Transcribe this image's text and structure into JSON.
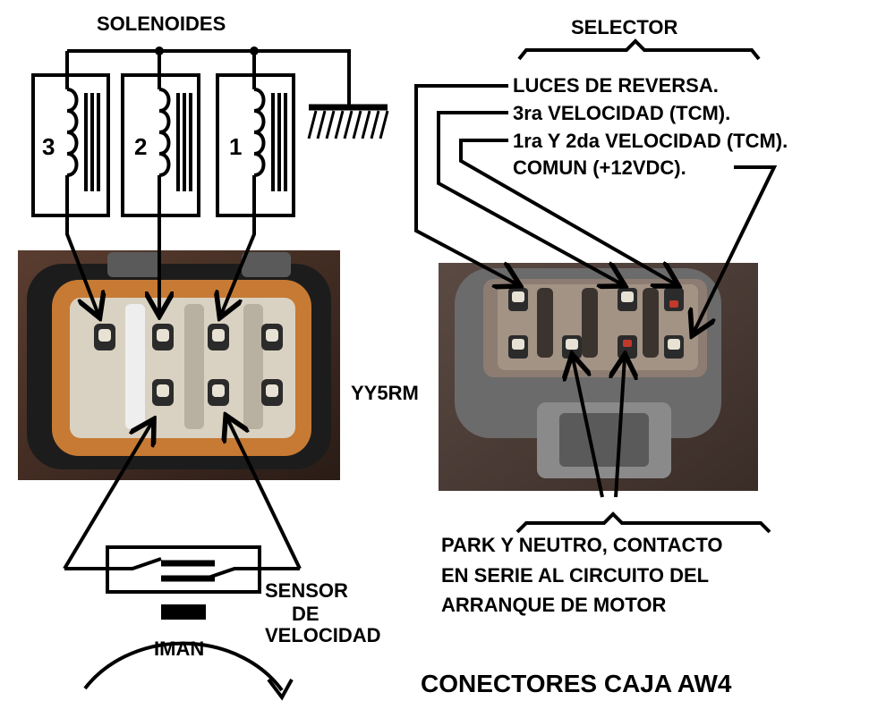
{
  "title": "CONECTORES CAJA AW4",
  "solenoids": {
    "heading": "SOLENOIDES",
    "coils": [
      "3",
      "2",
      "1"
    ]
  },
  "selector": {
    "heading": "SELECTOR",
    "pins": [
      "LUCES DE REVERSA.",
      "3ra VELOCIDAD  (TCM).",
      "1ra Y 2da VELOCIDAD (TCM).",
      "COMUN  (+12VDC)."
    ]
  },
  "park_neutral": {
    "lines": [
      "PARK Y NEUTRO, CONTACTO",
      "EN SERIE AL CIRCUITO DEL",
      "ARRANQUE DE MOTOR"
    ]
  },
  "speed_sensor": {
    "lines": [
      "SENSOR",
      "DE",
      "VELOCIDAD"
    ]
  },
  "magnet_label": "IMAN",
  "connector_code": "YY5RM",
  "colors": {
    "connector_orange": "#c77a34",
    "connector_grey": "#6b6b6b",
    "background_dark": "#3a2a22",
    "terminal": "#e8e2d5"
  }
}
